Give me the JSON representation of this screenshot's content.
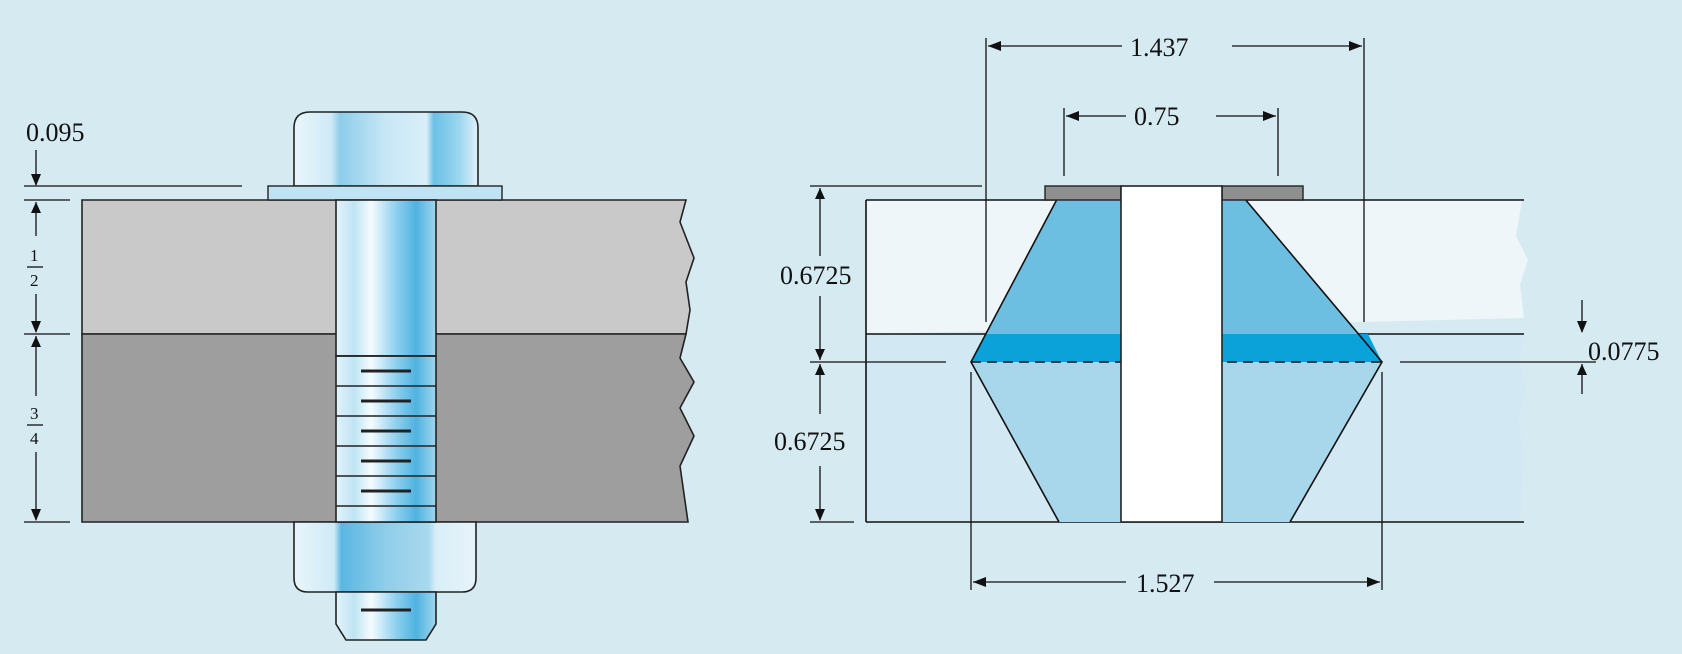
{
  "left_figure": {
    "washer_thickness": "0.095",
    "plate_top_fraction": {
      "numerator": "1",
      "denominator": "2"
    },
    "plate_bottom_fraction": {
      "numerator": "3",
      "denominator": "4"
    }
  },
  "right_figure": {
    "top_width": "1.437",
    "washer_diameter": "0.75",
    "upper_height": "0.6725",
    "lower_height": "0.6725",
    "frustum_offset": "0.0775",
    "bottom_width": "1.527"
  },
  "colors": {
    "background": "#d6eaf2",
    "plate_light": "#c9c9c9",
    "plate_dark": "#9e9e9e",
    "bolt_blue": "#5bb8e3",
    "frustum_dark": "#6cbfe0",
    "frustum_light": "#a8d6ea",
    "band": "#0aa2d8",
    "member_top": "#eef6fa",
    "member_bottom": "#d2e8f2"
  }
}
